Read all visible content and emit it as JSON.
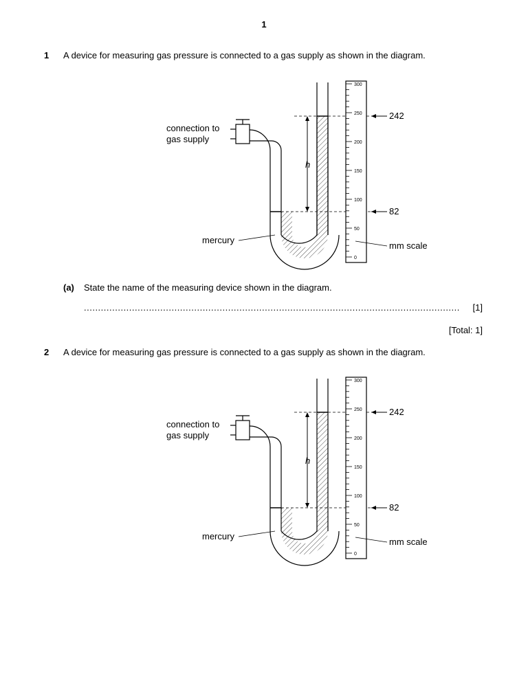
{
  "page_number": "1",
  "q1": {
    "number": "1",
    "text": "A device for measuring gas pressure is connected to a gas supply as shown in the diagram.",
    "part_label": "(a)",
    "part_text": "State the name of the measuring device shown in the diagram.",
    "answer_dots": "................................................................................................................................................",
    "mark": "[1]",
    "total": "[Total: 1]"
  },
  "q2": {
    "number": "2",
    "text": "A device for measuring gas pressure is connected to a gas supply as shown in the diagram."
  },
  "diagram": {
    "connection_label_1": "connection to",
    "connection_label_2": "gas supply",
    "mercury_label": "mercury",
    "h_label": "h",
    "upper_reading": "242",
    "lower_reading": "82",
    "scale_label": "mm scale",
    "scale_ticks": [
      "300",
      "250",
      "200",
      "150",
      "100",
      "50",
      "0"
    ]
  }
}
